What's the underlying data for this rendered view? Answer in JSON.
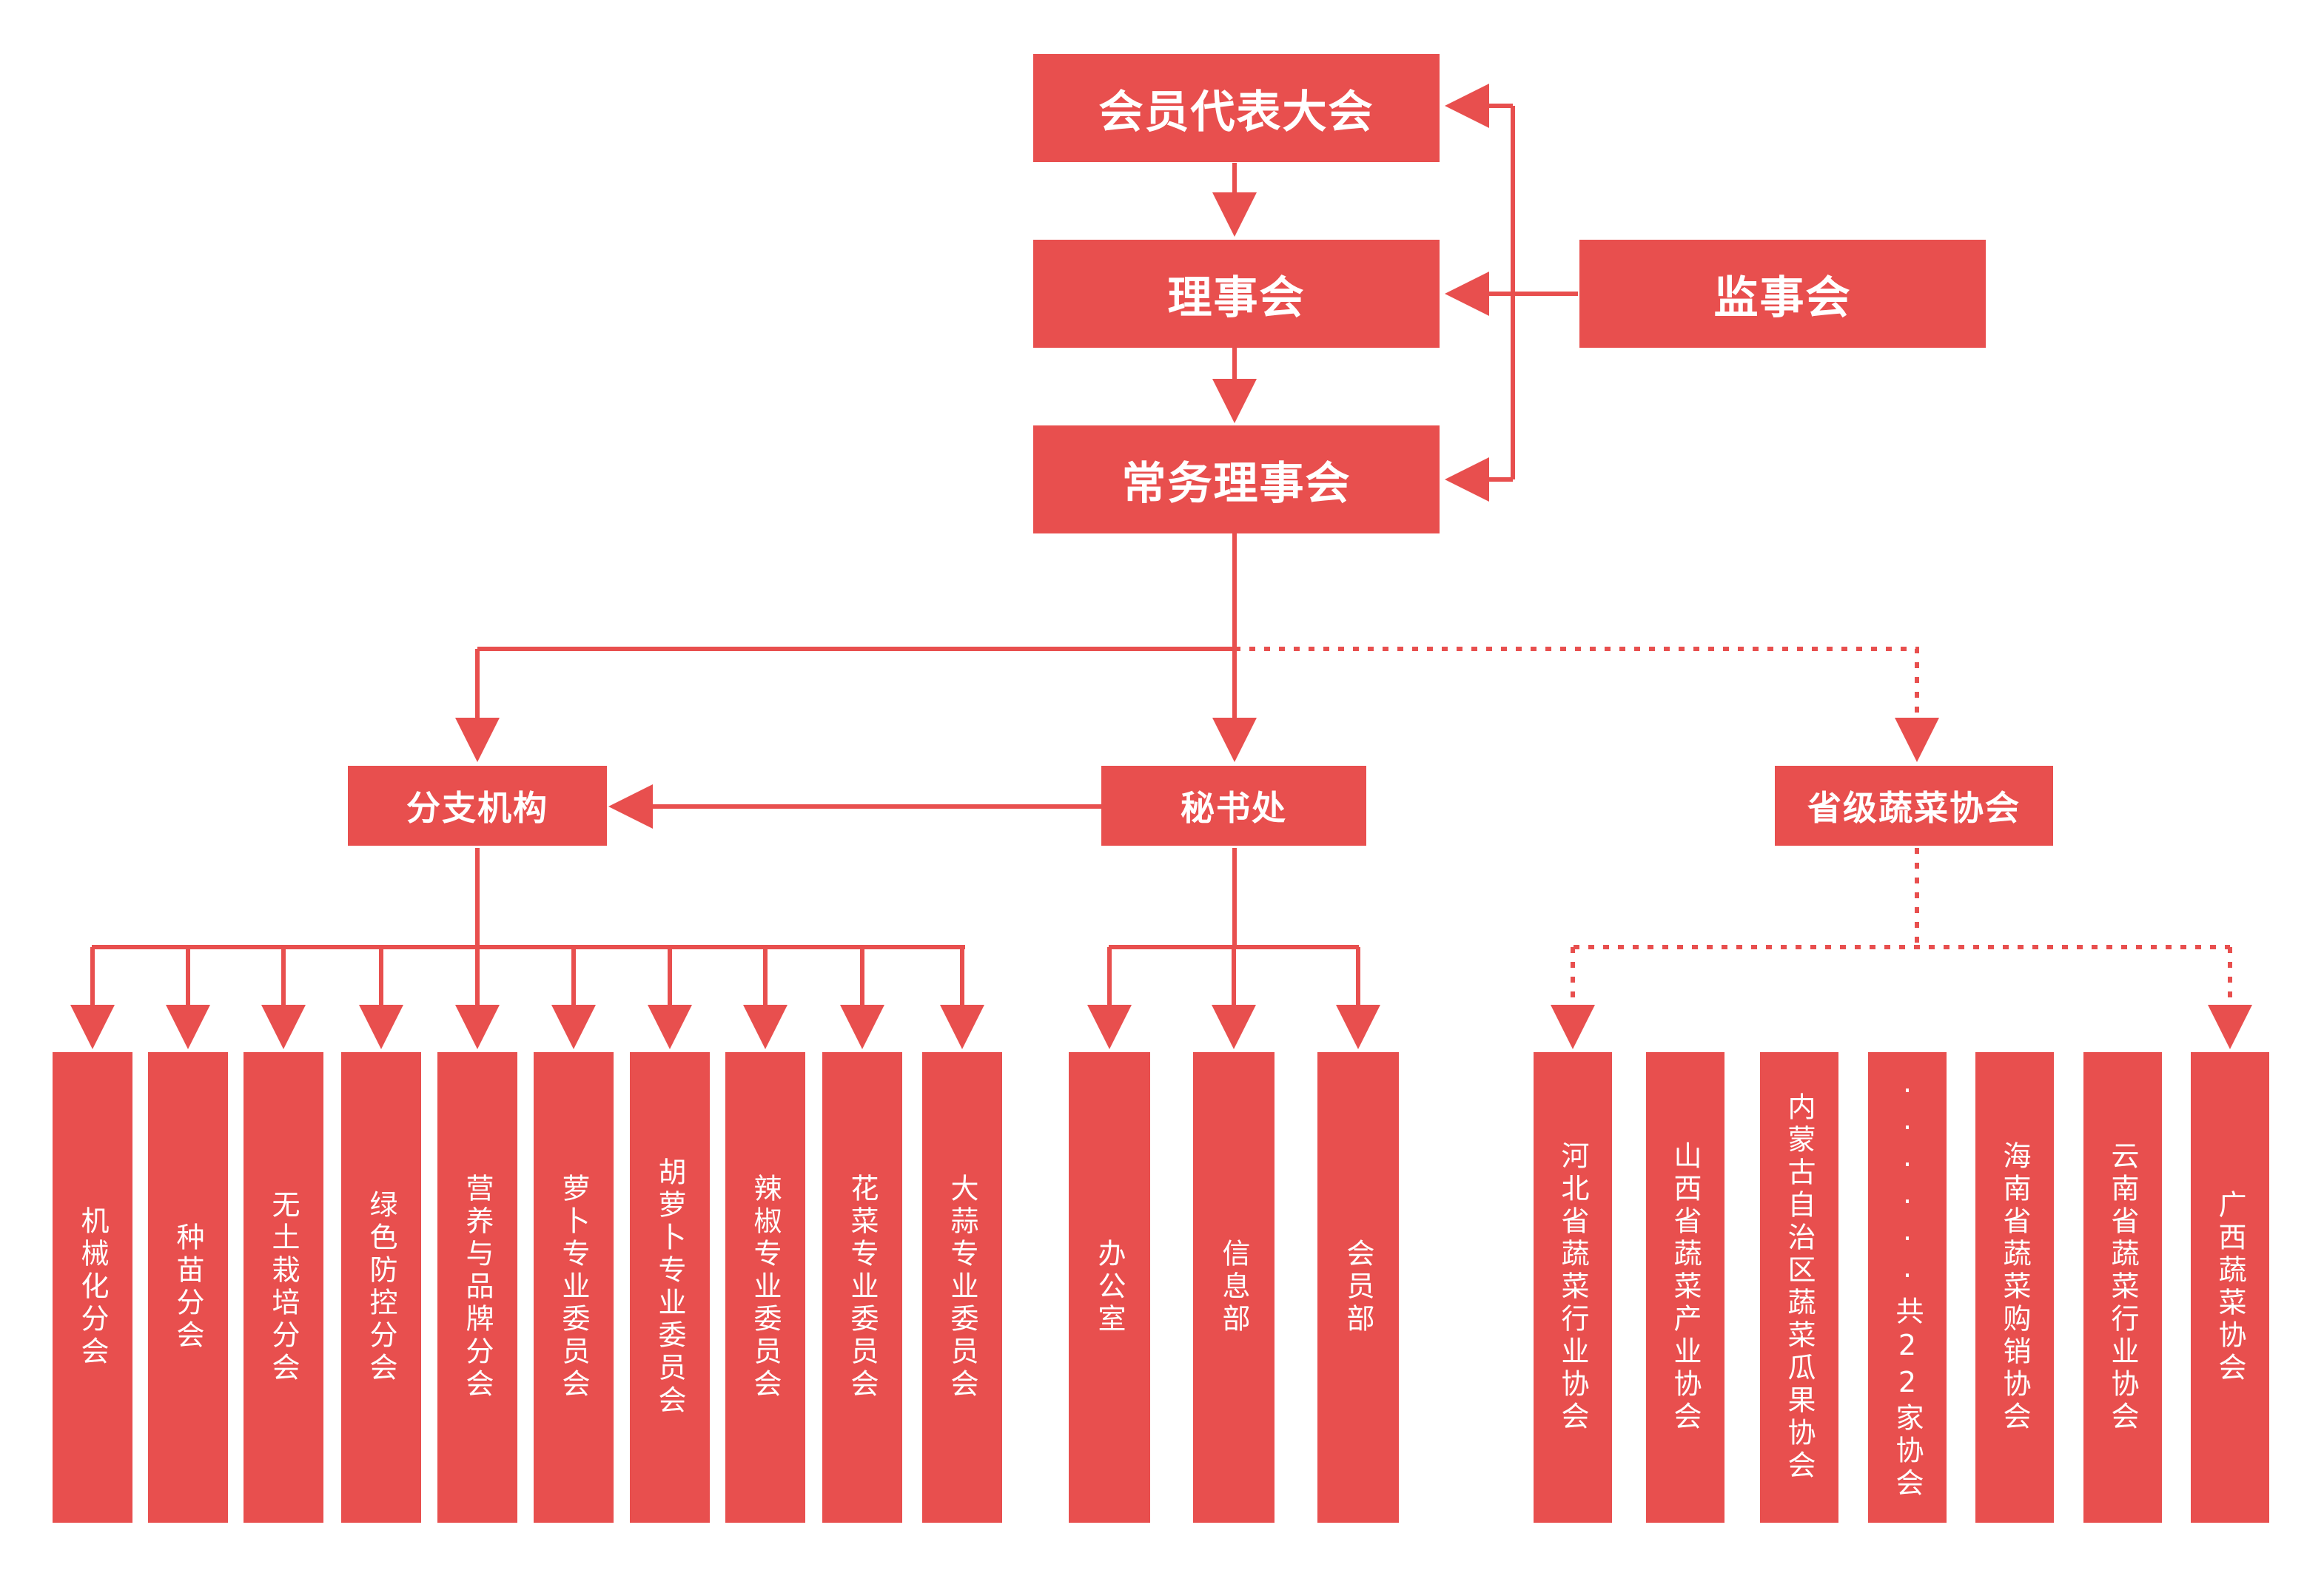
{
  "accent_color": "#e84f4e",
  "top": {
    "assembly": "会员代表大会",
    "council": "理事会",
    "supervisory": "监事会",
    "standing": "常务理事会"
  },
  "mid": {
    "branches": "分支机构",
    "secretariat": "秘书处",
    "provincial": "省级蔬菜协会"
  },
  "branch_units": [
    "机械化分会",
    "种苗分会",
    "无土栽培分会",
    "绿色防控分会",
    "营养与品牌分会",
    "萝卜专业委员会",
    "胡萝卜专业委员会",
    "辣椒专业委员会",
    "花菜专业委员会",
    "大蒜专业委员会"
  ],
  "secretariat_units": [
    "办公室",
    "信息部",
    "会员部"
  ],
  "provincial_units": [
    "河北省蔬菜行业协会",
    "山西省蔬菜产业协会",
    "内蒙古自治区蔬菜瓜果协会",
    "······共22家协会",
    "海南省蔬菜购销协会",
    "云南省蔬菜行业协会",
    "广西蔬菜协会"
  ]
}
